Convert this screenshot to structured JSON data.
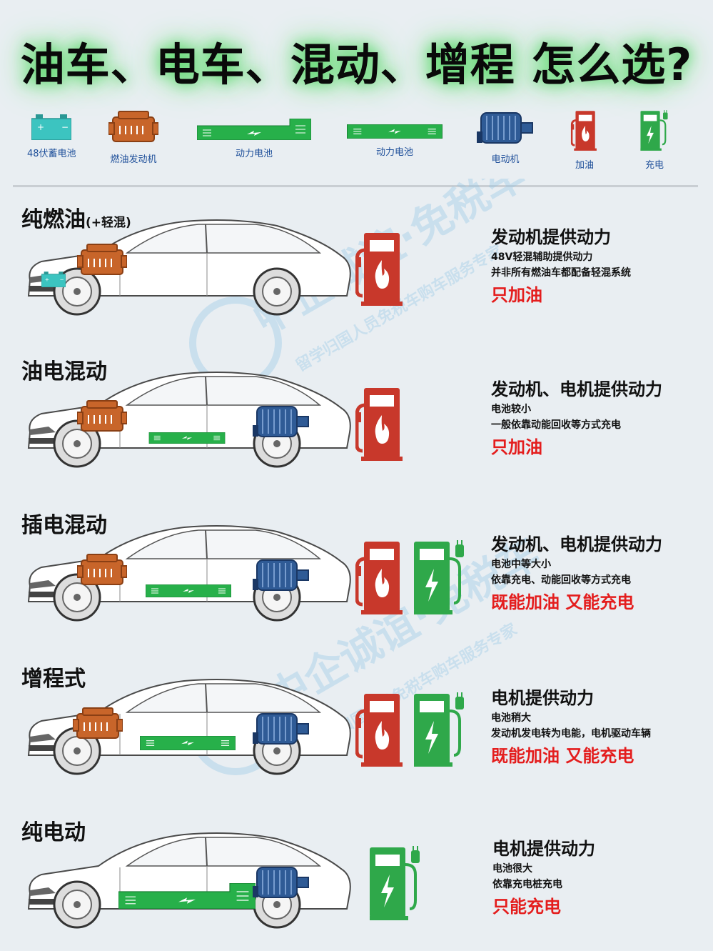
{
  "title": "油车、电车、混动、增程 怎么选?",
  "legend": {
    "battery48": "48伏蓄电池",
    "engine": "燃油发动机",
    "power_battery_1": "动力电池",
    "power_battery_2": "动力电池",
    "motor": "电动机",
    "fuel": "加油",
    "charge": "充电"
  },
  "watermark": {
    "text1": "中企诚谊·免税车",
    "text2": "留学归国人员免税车购车服务专家"
  },
  "sections": [
    {
      "title": "纯燃油",
      "subtitle": "(+轻混)",
      "head": "发动机提供动力",
      "line1": "48V轻混辅助提供动力",
      "line2": "并非所有燃油车都配备轻混系统",
      "emph": "只加油"
    },
    {
      "title": "油电混动",
      "head": "发动机、电机提供动力",
      "line1": "电池较小",
      "line2": "一般依靠动能回收等方式充电",
      "emph": "只加油"
    },
    {
      "title": "插电混动",
      "head": "发动机、电机提供动力",
      "line1": "电池中等大小",
      "line2": "依靠充电、动能回收等方式充电",
      "emph": "既能加油 又能充电"
    },
    {
      "title": "增程式",
      "head": "电机提供动力",
      "line1": "电池稍大",
      "line2": "发动机发电转为电能，电机驱动车辆",
      "emph": "既能加油 又能充电"
    },
    {
      "title": "纯电动",
      "head": "电机提供动力",
      "line1": "电池很大",
      "line2": "依靠充电桩充电",
      "emph": "只能充电"
    }
  ],
  "colors": {
    "fuel_red": "#c8382b",
    "charge_green": "#2fa84a",
    "battery_green": "#27b04a",
    "engine_orange": "#c8652a",
    "motor_blue": "#2f5b96",
    "battery48_teal": "#3cc4c0",
    "emph_red": "#e41d1d"
  }
}
